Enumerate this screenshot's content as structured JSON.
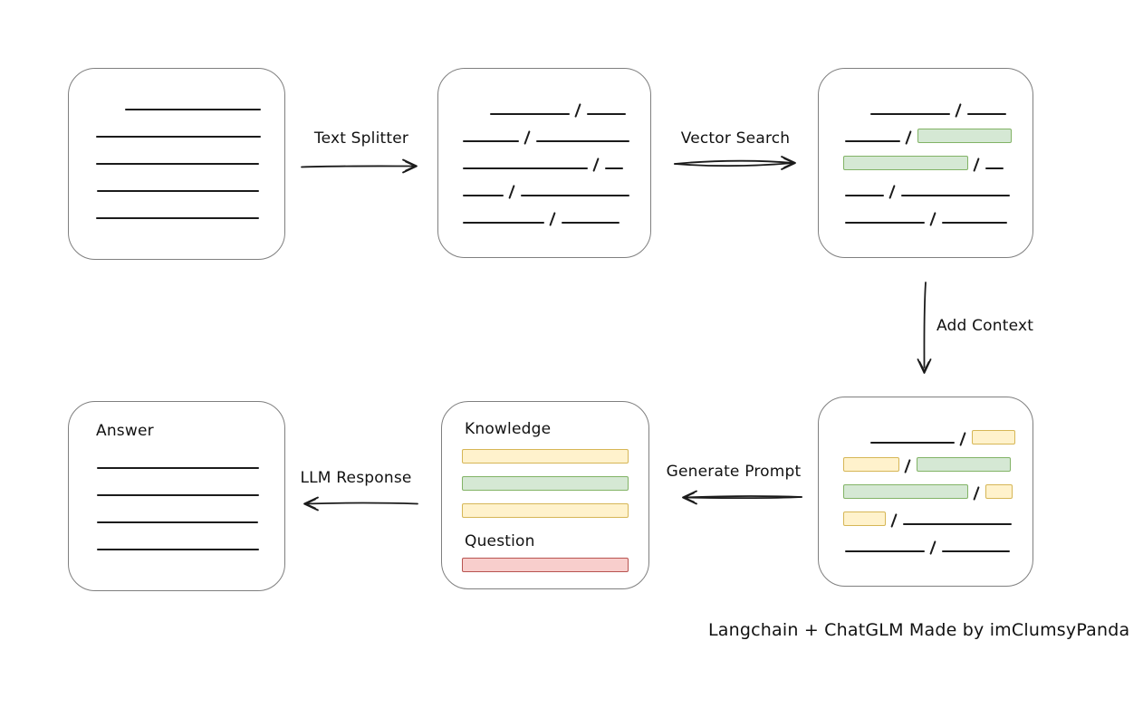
{
  "colors": {
    "canvas_bg": "#ffffff",
    "box_border": "#7f7f7f",
    "line": "#1b1b1b",
    "text": "#111111",
    "green_fill": "#d5e8d4",
    "green_border": "#82b366",
    "yellow_fill": "#fff2cc",
    "yellow_border": "#d6b656",
    "red_fill": "#f8cecc",
    "red_border": "#b85450"
  },
  "arrows": {
    "text_splitter": {
      "label": "Text Splitter",
      "direction": "right"
    },
    "vector_search": {
      "label": "Vector Search",
      "direction": "right"
    },
    "add_context": {
      "label": "Add Context",
      "direction": "down"
    },
    "generate_prompt": {
      "label": "Generate Prompt",
      "direction": "left"
    },
    "llm_response": {
      "label": "LLM Response",
      "direction": "left"
    }
  },
  "boxes": {
    "source_document": {
      "rows": [
        {
          "indent": 62,
          "segments": [
            {
              "type": "line",
              "w": 150
            }
          ]
        },
        {
          "indent": 30,
          "segments": [
            {
              "type": "line",
              "w": 182
            }
          ]
        },
        {
          "indent": 30,
          "segments": [
            {
              "type": "line",
              "w": 180
            }
          ]
        },
        {
          "indent": 31,
          "segments": [
            {
              "type": "line",
              "w": 179
            }
          ]
        },
        {
          "indent": 30,
          "segments": [
            {
              "type": "line",
              "w": 180
            }
          ]
        }
      ]
    },
    "split_text": {
      "rows": [
        {
          "indent": 57,
          "segments": [
            {
              "type": "line",
              "w": 88
            },
            {
              "type": "line",
              "w": 43
            }
          ]
        },
        {
          "indent": 27,
          "segments": [
            {
              "type": "line",
              "w": 62
            },
            {
              "type": "line",
              "w": 103
            }
          ]
        },
        {
          "indent": 27,
          "segments": [
            {
              "type": "line",
              "w": 138
            },
            {
              "type": "line",
              "w": 20
            }
          ]
        },
        {
          "indent": 27,
          "segments": [
            {
              "type": "line",
              "w": 45
            },
            {
              "type": "line",
              "w": 120
            }
          ]
        },
        {
          "indent": 27,
          "segments": [
            {
              "type": "line",
              "w": 90
            },
            {
              "type": "line",
              "w": 64
            }
          ]
        }
      ]
    },
    "matched_text": {
      "rows": [
        {
          "indent": 57,
          "segments": [
            {
              "type": "line",
              "w": 88
            },
            {
              "type": "line",
              "w": 43
            }
          ]
        },
        {
          "indent": 29,
          "segments": [
            {
              "type": "line",
              "w": 61
            },
            {
              "type": "green",
              "w": 104
            }
          ]
        },
        {
          "indent": 27,
          "segments": [
            {
              "type": "green",
              "w": 138
            },
            {
              "type": "line",
              "w": 20
            }
          ]
        },
        {
          "indent": 29,
          "segments": [
            {
              "type": "line",
              "w": 43
            },
            {
              "type": "line",
              "w": 120
            }
          ]
        },
        {
          "indent": 29,
          "segments": [
            {
              "type": "line",
              "w": 88
            },
            {
              "type": "line",
              "w": 72
            }
          ]
        }
      ]
    },
    "context_text": {
      "rows": [
        {
          "indent": 57,
          "segments": [
            {
              "type": "line",
              "w": 93
            },
            {
              "type": "yellow",
              "w": 48
            }
          ]
        },
        {
          "indent": 27,
          "segments": [
            {
              "type": "yellow",
              "w": 62
            },
            {
              "type": "green",
              "w": 104
            }
          ]
        },
        {
          "indent": 27,
          "segments": [
            {
              "type": "green",
              "w": 138
            },
            {
              "type": "yellow",
              "w": 30
            }
          ]
        },
        {
          "indent": 27,
          "segments": [
            {
              "type": "yellow",
              "w": 47
            },
            {
              "type": "line",
              "w": 120
            }
          ]
        },
        {
          "indent": 29,
          "segments": [
            {
              "type": "line",
              "w": 88
            },
            {
              "type": "line",
              "w": 75
            }
          ]
        }
      ]
    },
    "prompt": {
      "knowledge_label": "Knowledge",
      "knowledge_bars": [
        "yellow",
        "green",
        "yellow"
      ],
      "question_label": "Question",
      "question_bars": [
        "red"
      ]
    },
    "answer": {
      "label": "Answer",
      "rows": [
        {
          "indent": 31,
          "segments": [
            {
              "type": "line",
              "w": 179
            }
          ]
        },
        {
          "indent": 31,
          "segments": [
            {
              "type": "line",
              "w": 179
            }
          ]
        },
        {
          "indent": 31,
          "segments": [
            {
              "type": "line",
              "w": 178
            }
          ]
        },
        {
          "indent": 31,
          "segments": [
            {
              "type": "line",
              "w": 179
            }
          ]
        }
      ]
    }
  },
  "attribution": "Langchain + ChatGLM Made by imClumsyPanda"
}
